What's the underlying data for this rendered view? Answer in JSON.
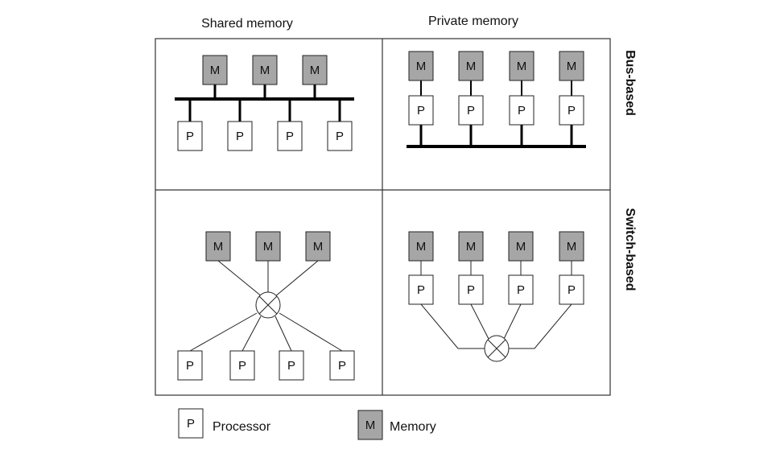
{
  "headers": {
    "columns": [
      "Shared memory",
      "Private memory"
    ],
    "rows": [
      "Bus-based",
      "Switch-based"
    ]
  },
  "box_labels": {
    "processor": "P",
    "memory": "M"
  },
  "legend": [
    {
      "letter": "P",
      "text": "Processor",
      "kind": "processor"
    },
    {
      "letter": "M",
      "text": "Memory",
      "kind": "memory"
    }
  ],
  "colors": {
    "memory_fill": "#a6a6a6",
    "processor_fill": "#ffffff",
    "line": "#222222",
    "bus": "#000000"
  }
}
